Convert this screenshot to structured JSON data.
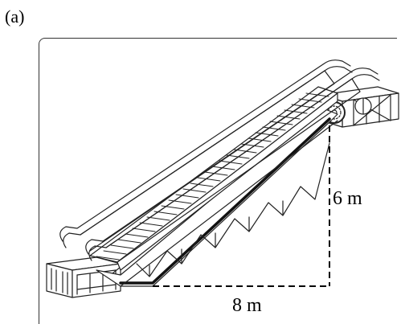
{
  "panel_label": "(a)",
  "dimensions": {
    "height_label": "6 m",
    "base_label": "8 m"
  },
  "colors": {
    "ink": "#000000",
    "line": "#222222",
    "background": "#ffffff"
  },
  "icons": {
    "escalator": "escalator-drawing"
  }
}
